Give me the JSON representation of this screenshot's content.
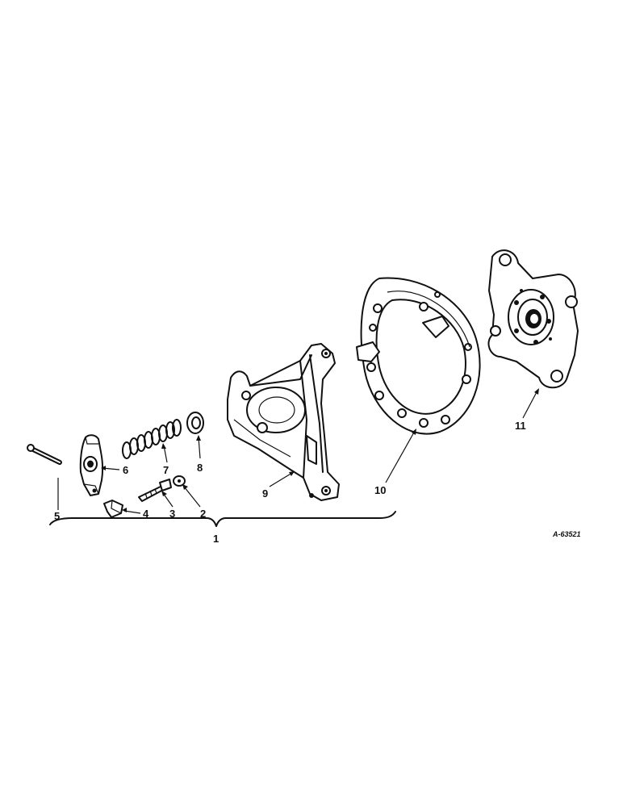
{
  "labels": {
    "c1": "1",
    "c2": "2",
    "c3": "3",
    "c4": "4",
    "c5": "5",
    "c6": "6",
    "c7": "7",
    "c8": "8",
    "c9": "9",
    "c10": "10",
    "c11": "11"
  },
  "reference": "A-63521"
}
